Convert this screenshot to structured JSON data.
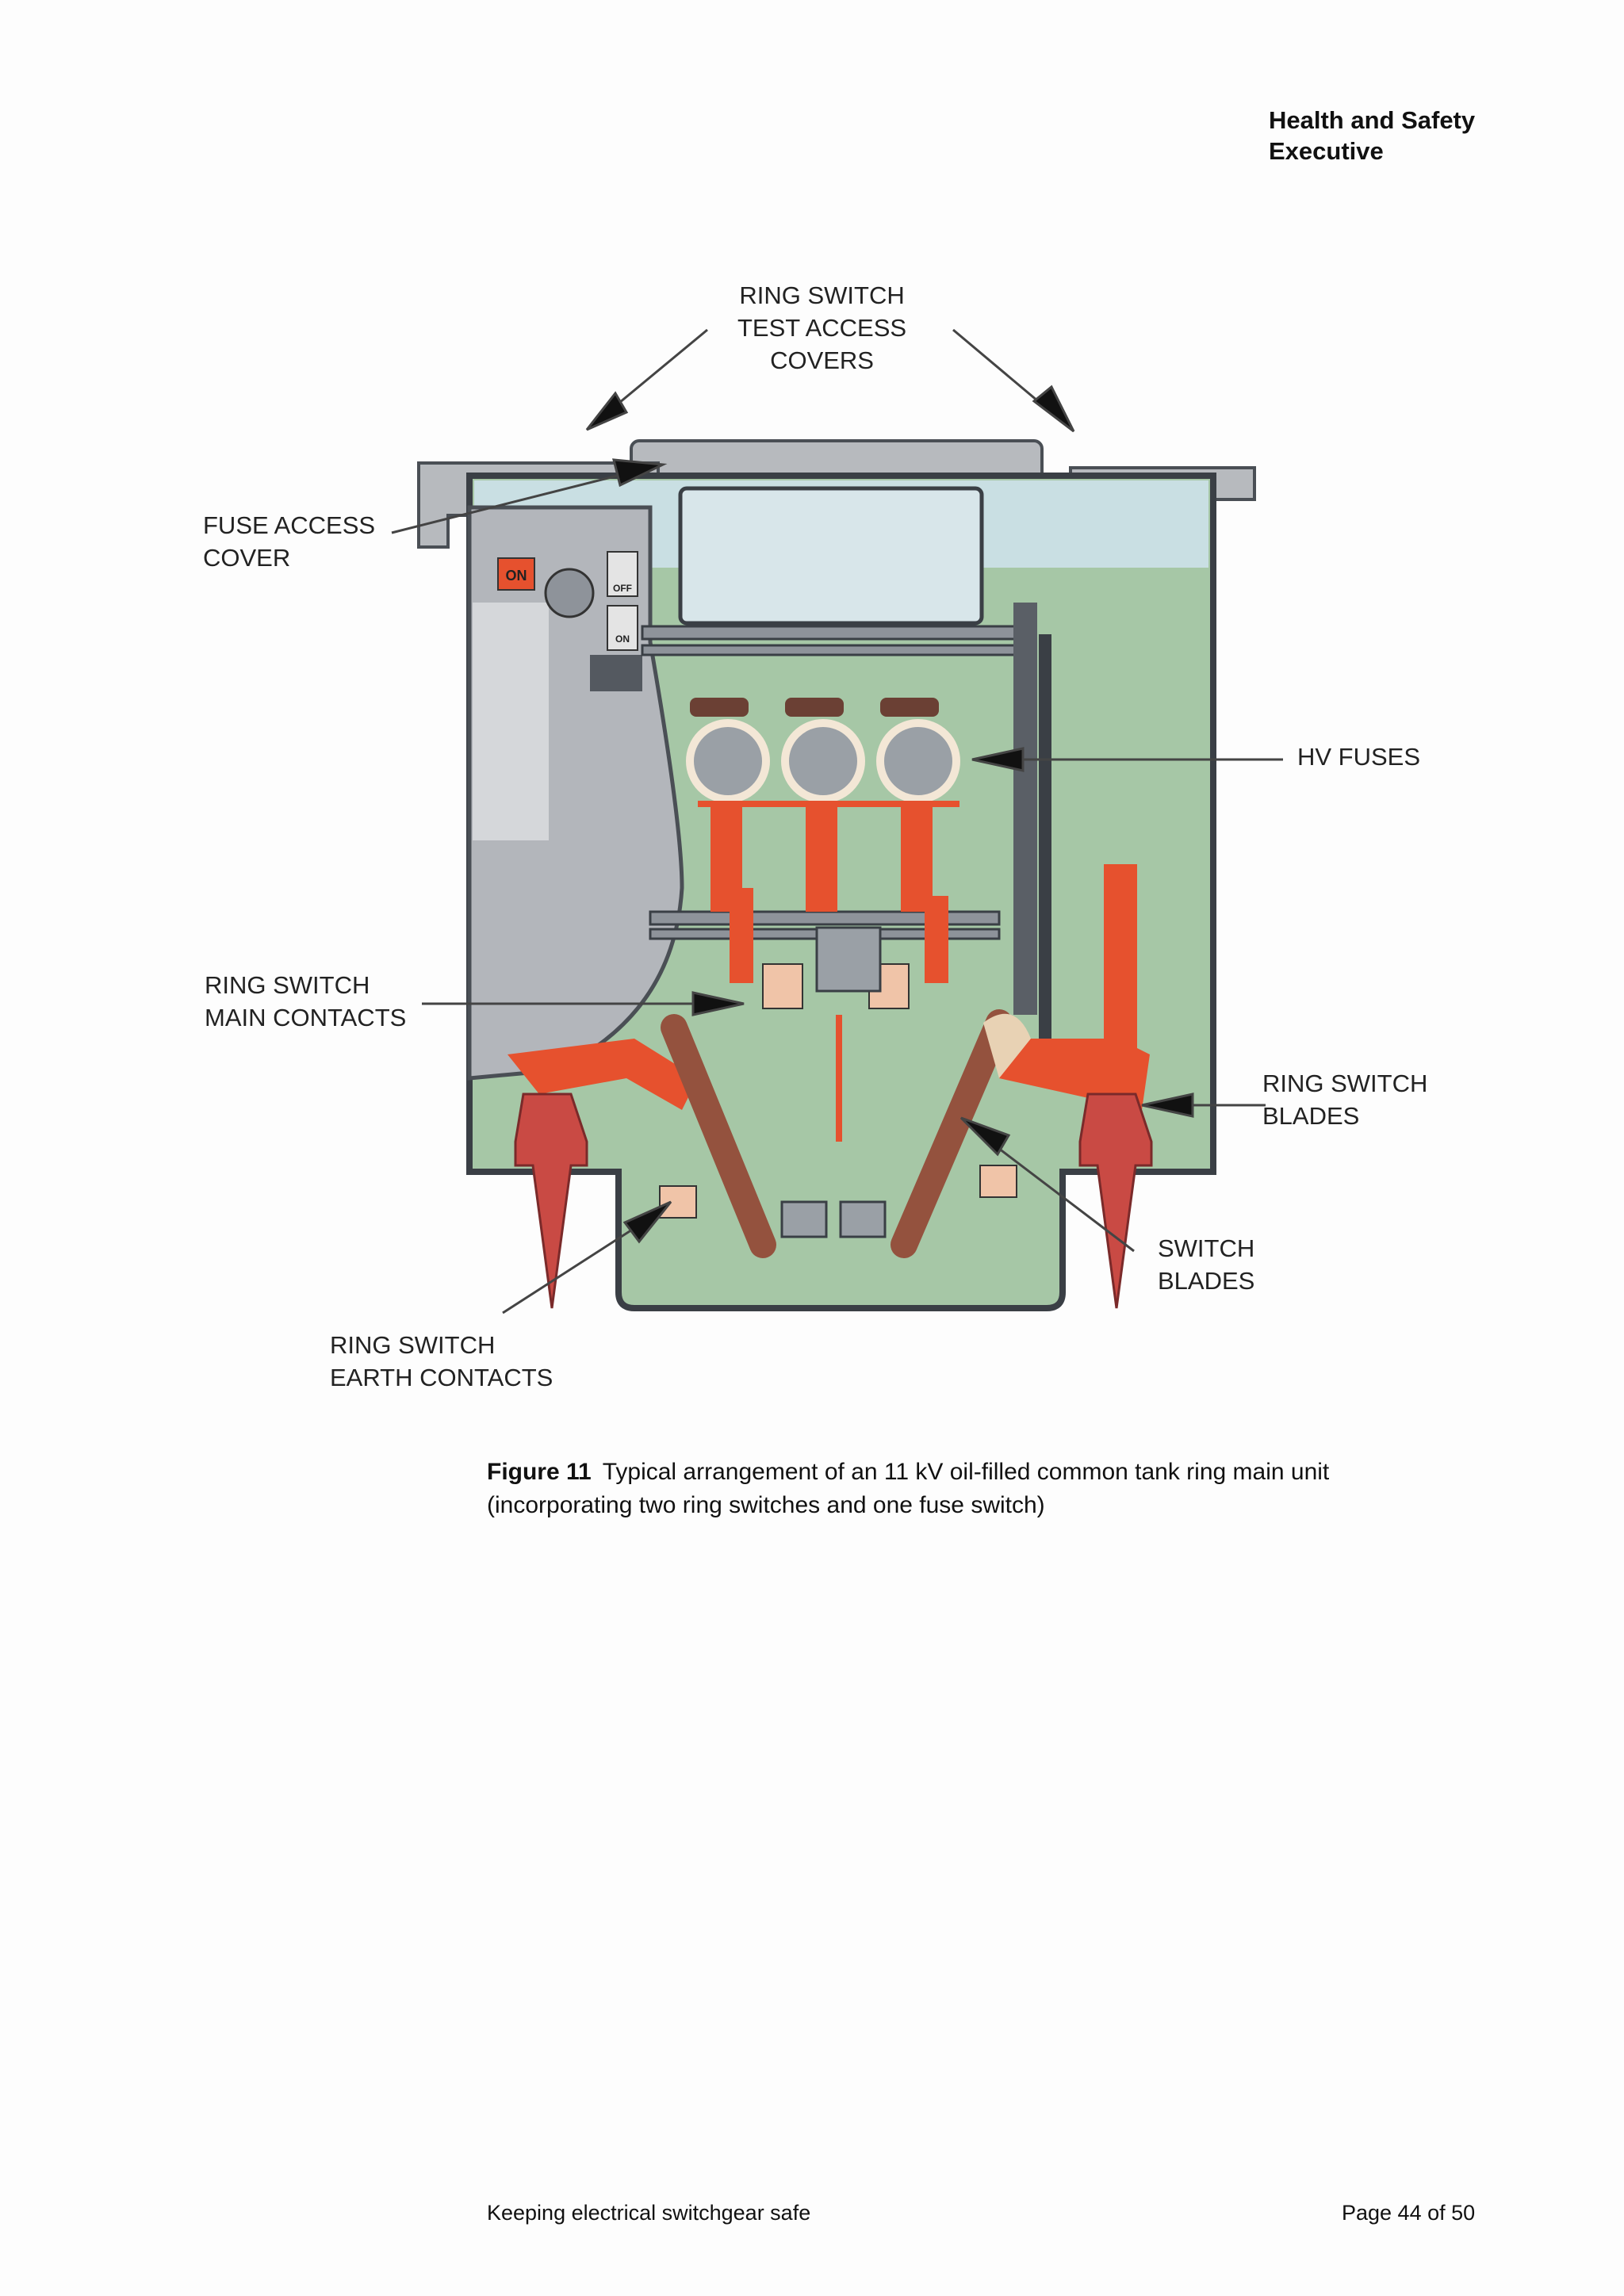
{
  "header": {
    "org_line1": "Health and Safety",
    "org_line2": "Executive"
  },
  "figure": {
    "labels": {
      "test_access_covers": [
        "RING SWITCH",
        "TEST ACCESS",
        "COVERS"
      ],
      "fuse_access_cover": [
        "FUSE ACCESS",
        "COVER"
      ],
      "hv_fuses": [
        "HV FUSES"
      ],
      "main_contacts": [
        "RING SWITCH",
        "MAIN CONTACTS"
      ],
      "ring_switch_blades": [
        "RING SWITCH",
        "BLADES"
      ],
      "switch_blades": [
        "SWITCH",
        "BLADES"
      ],
      "earth_contacts": [
        "RING SWITCH",
        "EARTH CONTACTS"
      ]
    },
    "indicators": {
      "on": "ON",
      "off": "OFF",
      "on_small": "ON"
    },
    "caption_number": "Figure 11",
    "caption_line1": "Typical arrangement of an 11 kV oil-filled common tank ring main unit",
    "caption_line2": "(incorporating two ring switches and one fuse switch)"
  },
  "footer": {
    "title": "Keeping electrical switchgear safe",
    "page": "Page 44 of 50"
  },
  "colors": {
    "oil": "#a6c7a6",
    "casing": "#b3b6bb",
    "red": "#e6512e",
    "brown": "#94523e",
    "dark": "#3a3f45"
  }
}
